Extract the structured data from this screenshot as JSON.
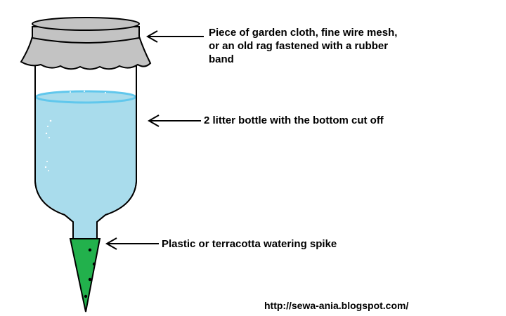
{
  "labels": {
    "cover": {
      "lines": [
        "Piece of garden cloth, fine wire mesh,",
        "or an old rag fastened with a rubber",
        "band"
      ]
    },
    "bottle": "2 litter bottle with the bottom cut off",
    "spike": "Plastic or terracotta watering spike"
  },
  "source_url": "http://sewa-ania.blogspot.com/",
  "colors": {
    "water": "#a9dcec",
    "water_surface": "#61c7ec",
    "cloth": "#c3c3c3",
    "spike": "#22b14c",
    "outline": "#000000"
  }
}
